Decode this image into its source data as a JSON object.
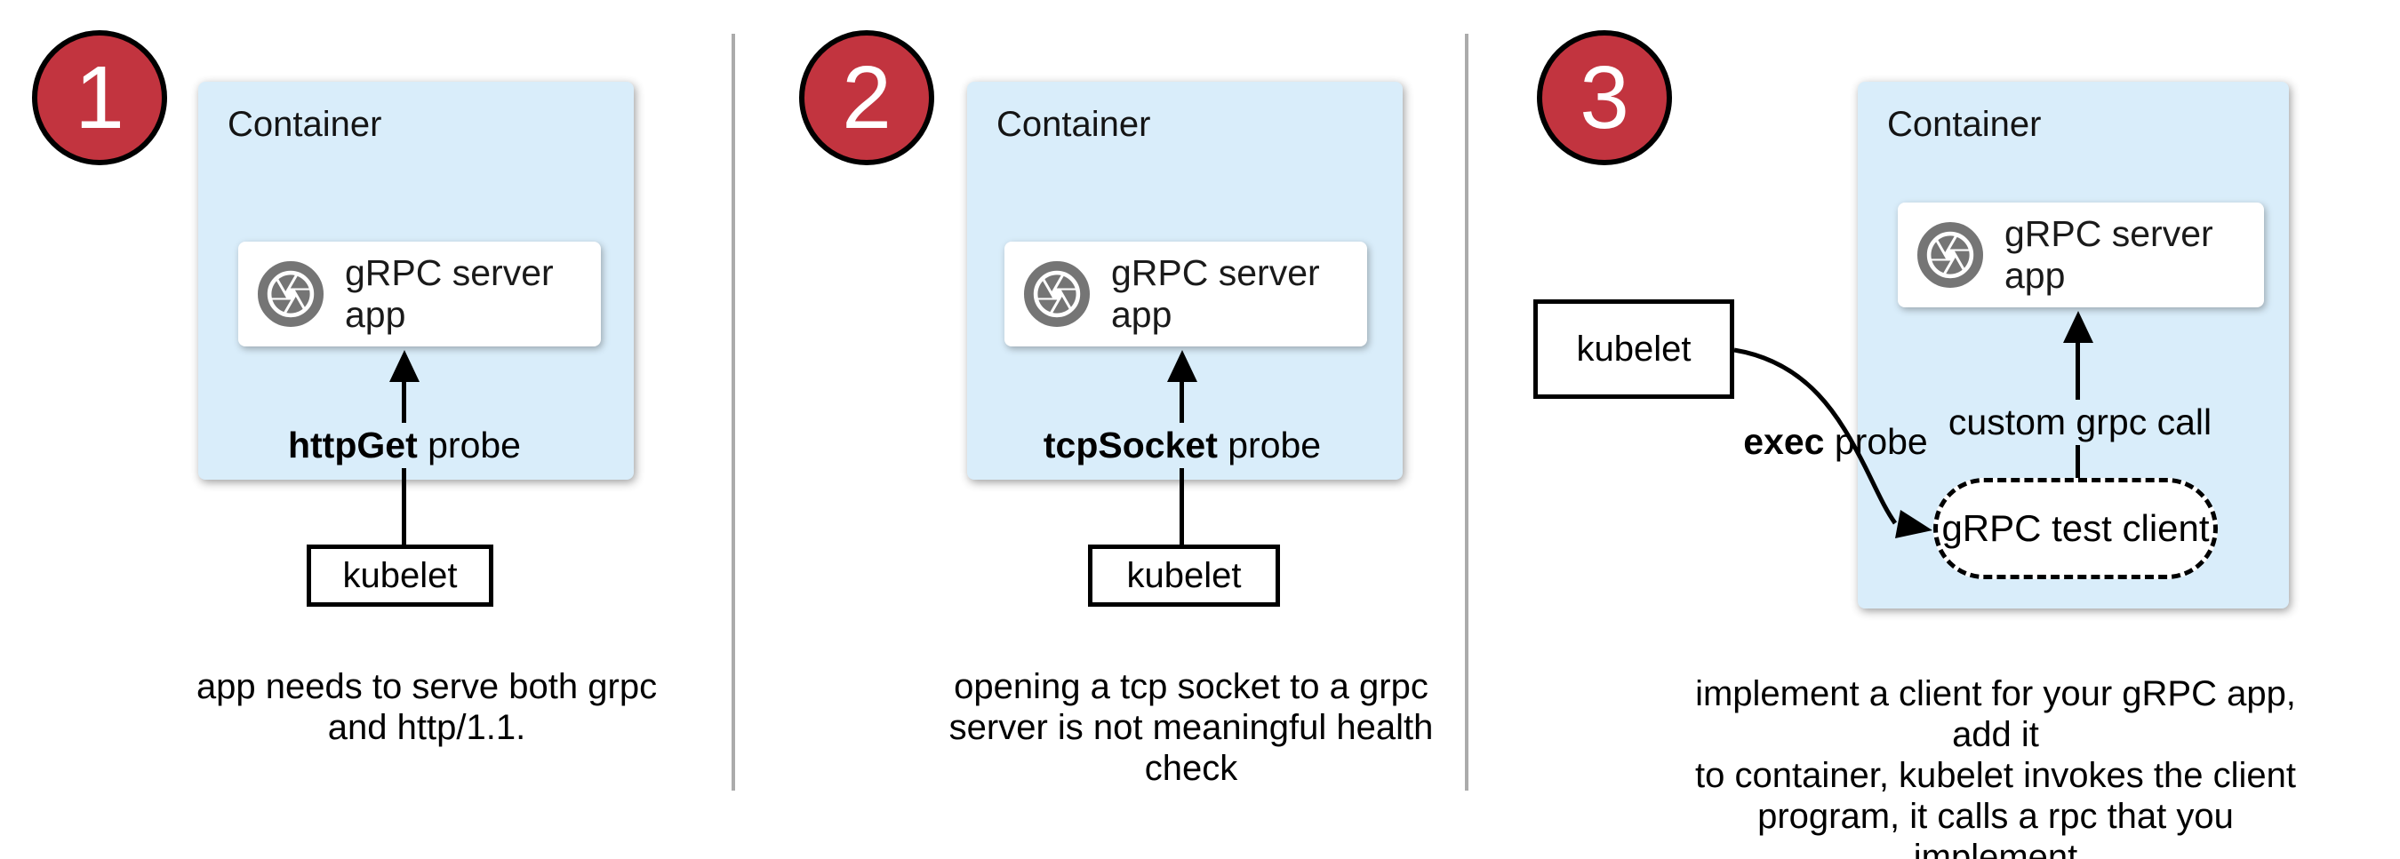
{
  "colors": {
    "container_fill": "#d9edfa",
    "badge_fill": "#c2343f",
    "badge_border": "#000000",
    "divider_gray": "#ababab",
    "icon_gray": "#757575",
    "box_border": "#000000",
    "text": "#000000"
  },
  "icons": {
    "app_box_icon": "camera-aperture-icon"
  },
  "panels": [
    {
      "number": "1",
      "container_label": "Container",
      "app_label": "gRPC server app",
      "probe_keyword": "httpGet",
      "probe_suffix": " probe",
      "kubelet_label": "kubelet",
      "caption": "app needs to serve both grpc\nand http/1.1."
    },
    {
      "number": "2",
      "container_label": "Container",
      "app_label": "gRPC server app",
      "probe_keyword": "tcpSocket",
      "probe_suffix": " probe",
      "kubelet_label": "kubelet",
      "caption": "opening a tcp socket to a grpc\nserver is not meaningful health\ncheck"
    },
    {
      "number": "3",
      "container_label": "Container",
      "app_label": "gRPC server app",
      "probe_keyword": "exec",
      "probe_suffix": " probe",
      "kubelet_label": "kubelet",
      "custom_call_label": "custom grpc call",
      "test_client_label": "gRPC test client",
      "caption": "implement a client for your gRPC app, add it\nto container, kubelet invokes the client\nprogram, it calls a rpc that you implement"
    }
  ]
}
